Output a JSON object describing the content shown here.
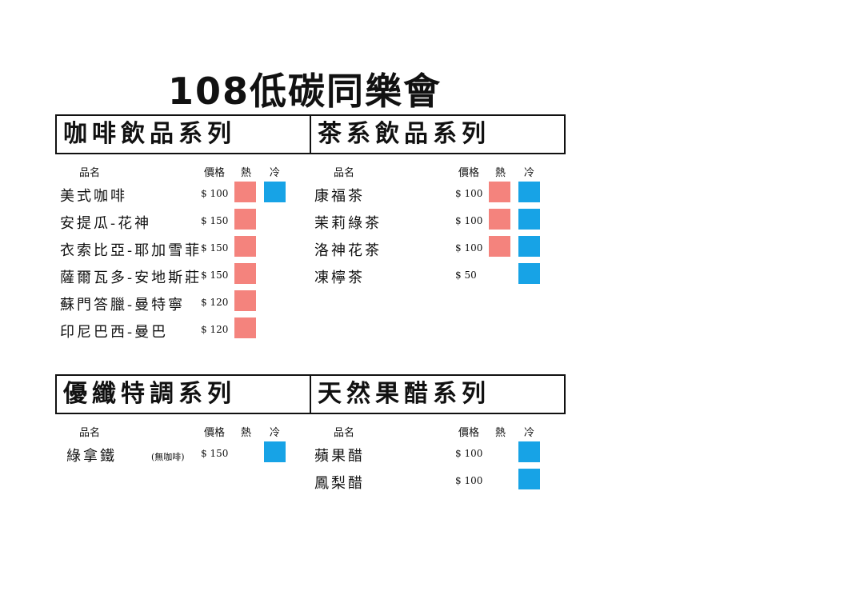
{
  "title": "108低碳同樂會",
  "colors": {
    "hot": "#f4837d",
    "cold": "#17a3e6"
  },
  "headers": {
    "name": "品名",
    "price": "價格",
    "hot": "熱",
    "cold": "冷"
  },
  "sections": [
    {
      "title": "咖啡飲品系列",
      "items": [
        {
          "name": "美式咖啡",
          "price": "$ 100",
          "hot": true,
          "cold": true
        },
        {
          "name": "安提瓜-花神",
          "price": "$ 150",
          "hot": true,
          "cold": false
        },
        {
          "name": "衣索比亞-耶加雪菲",
          "price": "$ 150",
          "hot": true,
          "cold": false
        },
        {
          "name": "薩爾瓦多-安地斯莊",
          "price": "$ 150",
          "hot": true,
          "cold": false
        },
        {
          "name": "蘇門答臘-曼特寧",
          "price": "$ 120",
          "hot": true,
          "cold": false
        },
        {
          "name": "印尼巴西-曼巴",
          "price": "$ 120",
          "hot": true,
          "cold": false
        }
      ]
    },
    {
      "title": "茶系飲品系列",
      "items": [
        {
          "name": "康福茶",
          "price": "$ 100",
          "hot": true,
          "cold": true
        },
        {
          "name": "茉莉綠茶",
          "price": "$ 100",
          "hot": true,
          "cold": true
        },
        {
          "name": "洛神花茶",
          "price": "$ 100",
          "hot": true,
          "cold": true
        },
        {
          "name": "凍檸茶",
          "price": "$  50",
          "hot": false,
          "cold": true
        }
      ]
    },
    {
      "title": "優纖特調系列",
      "items": [
        {
          "name": "綠拿鐵",
          "note": "(無咖啡)",
          "price": "$ 150",
          "hot": false,
          "cold": true
        }
      ]
    },
    {
      "title": "天然果醋系列",
      "items": [
        {
          "name": "蘋果醋",
          "price": "$ 100",
          "hot": false,
          "cold": true
        },
        {
          "name": "鳳梨醋",
          "price": "$ 100",
          "hot": false,
          "cold": true
        }
      ]
    }
  ]
}
